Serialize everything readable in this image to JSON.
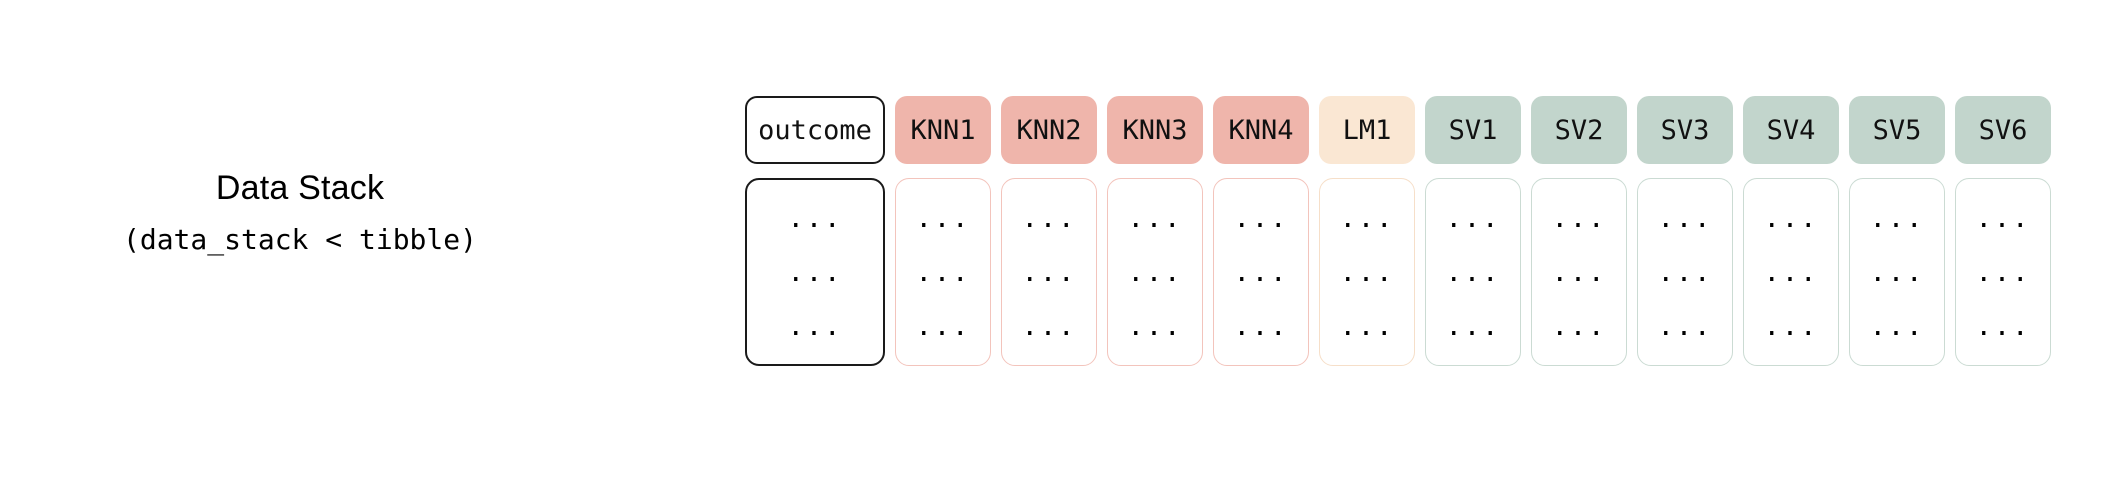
{
  "caption": {
    "title": "Data Stack",
    "subtitle": "(data_stack < tibble)"
  },
  "colors": {
    "salmon_header": "#EFB5AB",
    "salmon_border": "#F3C4BC",
    "cream_header": "#FAE7D3",
    "cream_border": "#F6DFC9",
    "sage_header": "#C2D5CC",
    "sage_border": "#CBDBD3",
    "outcome_border": "#1A1A1A",
    "background": "#FFFFFF",
    "text": "#111111"
  },
  "table": {
    "cell_placeholder": "...",
    "row_count": 3,
    "columns": [
      {
        "label": "outcome",
        "style": "outcome"
      },
      {
        "label": "KNN1",
        "style": "salmon"
      },
      {
        "label": "KNN2",
        "style": "salmon"
      },
      {
        "label": "KNN3",
        "style": "salmon"
      },
      {
        "label": "KNN4",
        "style": "salmon"
      },
      {
        "label": "LM1",
        "style": "cream"
      },
      {
        "label": "SV1",
        "style": "sage"
      },
      {
        "label": "SV2",
        "style": "sage"
      },
      {
        "label": "SV3",
        "style": "sage"
      },
      {
        "label": "SV4",
        "style": "sage"
      },
      {
        "label": "SV5",
        "style": "sage"
      },
      {
        "label": "SV6",
        "style": "sage"
      }
    ]
  }
}
